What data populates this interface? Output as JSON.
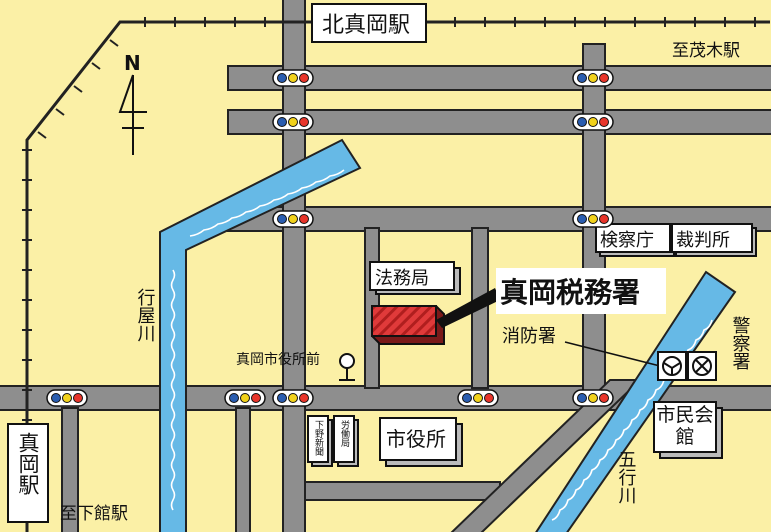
{
  "colors": {
    "background": "#FBF0A6",
    "road": "#8E8E8E",
    "river": "#66B9E6",
    "target_building": "#E03A3A",
    "building": "#FFFFFF",
    "signal_red": "#E8352B",
    "signal_yellow": "#F2D21B",
    "signal_blue": "#2A5DB0"
  },
  "icons": {
    "north_arrow": "north-arrow-icon",
    "bus_stop": "bus-stop-icon",
    "traffic_signal": "traffic-signal-icon",
    "fire_station": "fire-station-icon",
    "police_box": "police-box-icon"
  },
  "labels": {
    "north": "N",
    "kita_moka_station": "北真岡駅",
    "to_motegi": "至茂木駅",
    "moka_station": "真岡駅",
    "to_shimodate": "至下館駅",
    "gyoya_river": "行屋川",
    "gogyo_river": "五行川",
    "tax_office": "真岡税務署",
    "legal_bureau": "法務局",
    "prosecutors_office": "検察庁",
    "court": "裁判所",
    "fire_station": "消防署",
    "police": "警察署",
    "bus_stop": "真岡市役所前",
    "city_hall": "市役所",
    "civic_hall": "市民会館",
    "shimotsuke_shimbun": "下野新聞",
    "labor_bureau": "労働局"
  }
}
